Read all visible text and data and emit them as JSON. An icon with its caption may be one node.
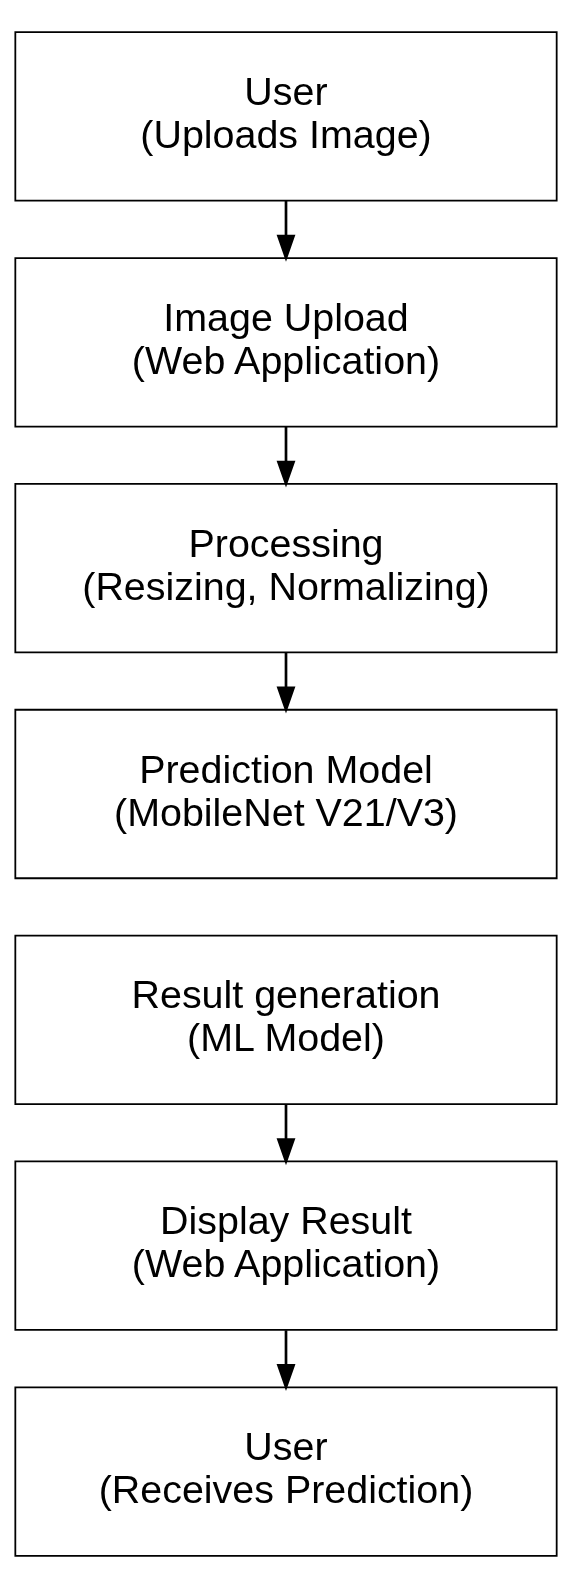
{
  "diagram": {
    "nodes": [
      {
        "text": [
          "User",
          "(Uploads Image)"
        ]
      },
      {
        "text": [
          "Image Upload",
          "(Web Application)"
        ]
      },
      {
        "text": [
          "Processing",
          "(Resizing, Normalizing)"
        ]
      },
      {
        "text": [
          "Prediction Model",
          "(MobileNet V21/V3)"
        ]
      },
      {
        "text": [
          "Result generation",
          "(ML Model)"
        ]
      },
      {
        "text": [
          "Display Result",
          "(Web Application)"
        ]
      },
      {
        "text": [
          "User",
          "(Receives Prediction)"
        ]
      }
    ],
    "edges": [
      {
        "from": 0,
        "to": 1,
        "arrow": "to"
      },
      {
        "from": 1,
        "to": 2,
        "arrow": "to"
      },
      {
        "from": 2,
        "to": 3,
        "arrow": "to"
      },
      {
        "from": 4,
        "to": 5,
        "arrow": "to"
      },
      {
        "from": 5,
        "to": 6,
        "arrow": "to"
      }
    ]
  }
}
